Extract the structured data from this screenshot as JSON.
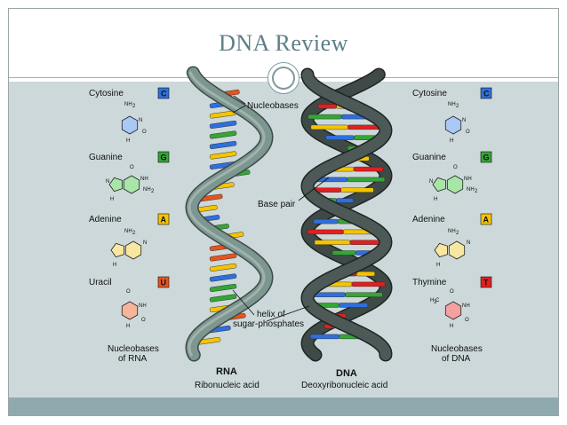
{
  "title": "DNA Review",
  "colors": {
    "cytosine": "#2f6fdc",
    "guanine": "#35a535",
    "adenine": "#f5c400",
    "uracil": "#e5541e",
    "thymine": "#e02020",
    "rna_backbone": "#7d9690",
    "dna_backbone": "#3f4a47"
  },
  "left": {
    "bases": [
      {
        "name": "Cytosine",
        "letter": "C"
      },
      {
        "name": "Guanine",
        "letter": "G"
      },
      {
        "name": "Adenine",
        "letter": "A"
      },
      {
        "name": "Uracil",
        "letter": "U"
      }
    ],
    "caption_1": "Nucleobases",
    "caption_2": "of RNA"
  },
  "right": {
    "bases": [
      {
        "name": "Cytosine",
        "letter": "C"
      },
      {
        "name": "Guanine",
        "letter": "G"
      },
      {
        "name": "Adenine",
        "letter": "A"
      },
      {
        "name": "Thymine",
        "letter": "T"
      }
    ],
    "caption_1": "Nucleobases",
    "caption_2": "of DNA"
  },
  "annotations": {
    "nucleobases": "Nucleobases",
    "base_pair": "Base pair",
    "helix_1": "helix of",
    "helix_2": "sugar-phosphates"
  },
  "rna": {
    "title": "RNA",
    "subtitle": "Ribonucleic acid"
  },
  "dna": {
    "title": "DNA",
    "subtitle": "Deoxyribonucleic acid"
  },
  "atoms": {
    "nh2": "NH",
    "sub2": "2",
    "nh": "NH",
    "n": "N",
    "h": "H",
    "o": "O",
    "h3c": "H C",
    "sub3": "3"
  }
}
